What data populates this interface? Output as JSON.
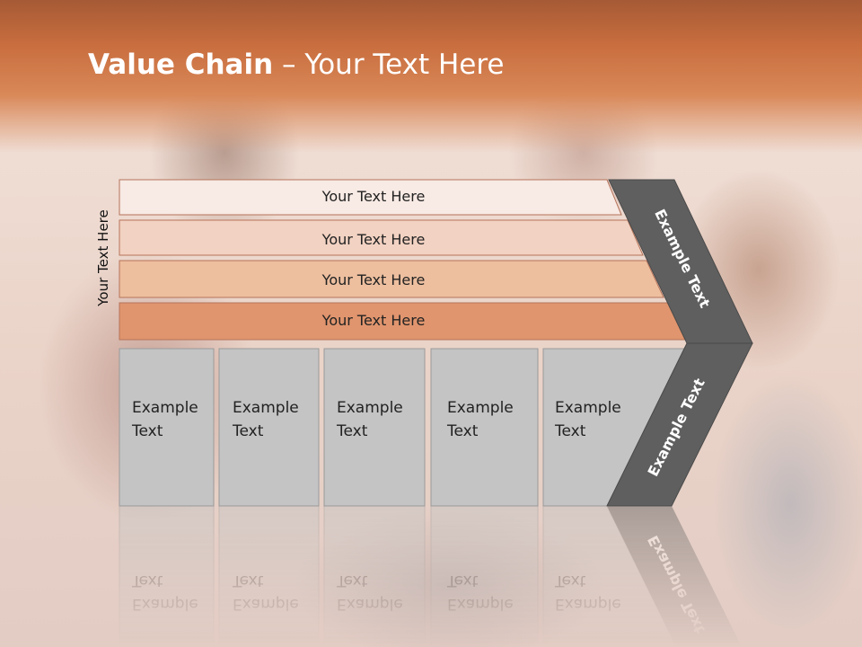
{
  "header": {
    "title_bold": "Value Chain",
    "title_rest": " – Your Text Here"
  },
  "side_label": "Your Text Here",
  "rows": [
    {
      "label": "Your Text Here",
      "fill": "#f8eae4"
    },
    {
      "label": "Your Text Here",
      "fill": "#f2d2c2"
    },
    {
      "label": "Your Text Here",
      "fill": "#edbf9f"
    },
    {
      "label": "Your Text Here",
      "fill": "#e0956e"
    }
  ],
  "columns": [
    {
      "line1": "Example",
      "line2": "Text"
    },
    {
      "line1": "Example",
      "line2": "Text"
    },
    {
      "line1": "Example",
      "line2": "Text"
    },
    {
      "line1": "Example",
      "line2": "Text"
    },
    {
      "line1": "Example",
      "line2": "Text"
    }
  ],
  "chevron": {
    "upper_text": "Example Text",
    "lower_text": "Example Text",
    "fill": "#5f5f5f"
  },
  "colors": {
    "column_fill": "#c4c4c4",
    "row_border": "#b5735a"
  }
}
